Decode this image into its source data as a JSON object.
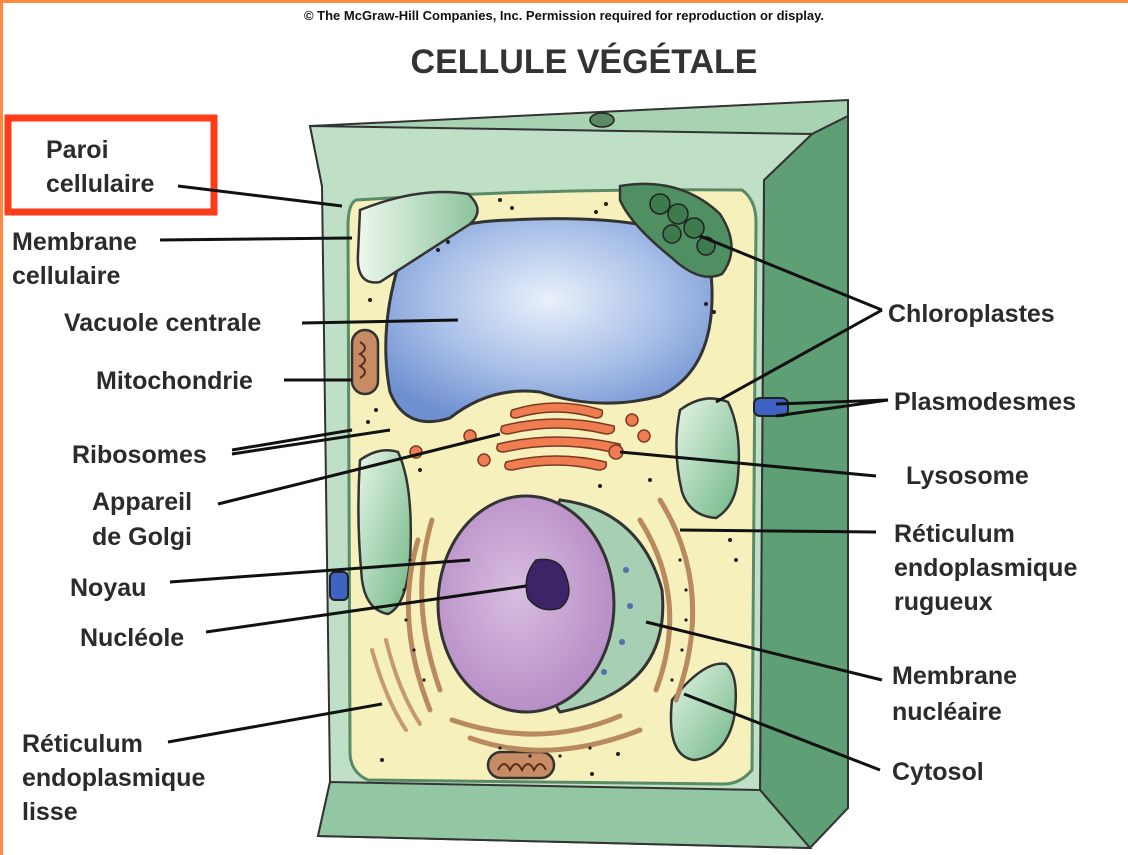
{
  "copyright": "© The McGraw-Hill Companies, Inc. Permission required for reproduction or display.",
  "title": "CELLULE VÉGÉTALE",
  "highlight_color": "#ff3c1a",
  "colors": {
    "wall": "#b9dcc0",
    "wall_dark": "#5f9d72",
    "cytoplasm": "#f5f0b8",
    "vacuole": "#7f9ed6",
    "chloroplast": "#7fc596",
    "nucleus": "#c6a2cf",
    "nucleolus": "#4a2a74",
    "golgi": "#f07d52",
    "er": "#b98a5e"
  },
  "labels_left": {
    "paroi_line1": "Paroi",
    "paroi_line2": "cellulaire",
    "membrane_line1": "Membrane",
    "membrane_line2": "cellulaire",
    "vacuole": "Vacuole centrale",
    "mitochondrie": "Mitochondrie",
    "ribosomes": "Ribosomes",
    "golgi_line1": "Appareil",
    "golgi_line2": "de Golgi",
    "noyau": "Noyau",
    "nucleole": "Nucléole",
    "rel_line1": "Réticulum",
    "rel_line2": "endoplasmique",
    "rel_line3": "lisse"
  },
  "labels_right": {
    "chloroplastes": "Chloroplastes",
    "plasmodesmes": "Plasmodesmes",
    "lysosome": "Lysosome",
    "rer_line1": "Réticulum",
    "rer_line2": "endoplasmique",
    "rer_line3": "rugueux",
    "membrane_nucl_line1": "Membrane",
    "membrane_nucl_line2": "nucléaire",
    "cytosol": "Cytosol"
  }
}
